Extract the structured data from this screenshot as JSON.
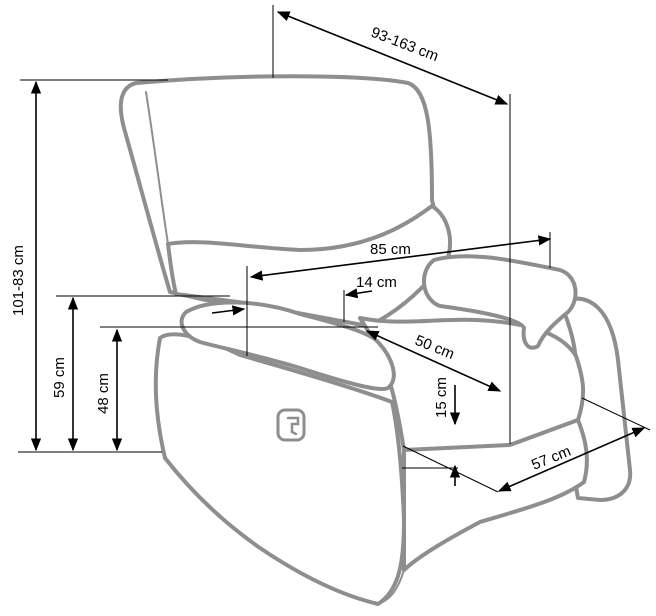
{
  "dimensions": {
    "depth_reclined": "93-163 cm",
    "height": "101-83 cm",
    "width": "85 cm",
    "armrest_width": "14 cm",
    "seat_depth": "50 cm",
    "armrest_height": "59 cm",
    "seat_height": "48 cm",
    "ground_clearance": "15 cm",
    "seat_width": "57 cm"
  },
  "colors": {
    "outline": "#8e8e8e",
    "dimension_lines": "#000000",
    "background": "#ffffff"
  }
}
